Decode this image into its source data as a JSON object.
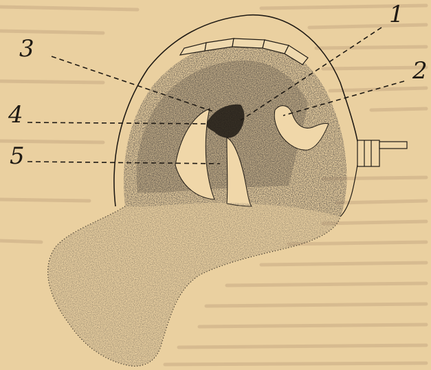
{
  "figure": {
    "labels": [
      {
        "id": "1",
        "text": "1"
      },
      {
        "id": "2",
        "text": "2"
      },
      {
        "id": "3",
        "text": "3"
      },
      {
        "id": "4",
        "text": "4"
      },
      {
        "id": "5",
        "text": "5"
      }
    ]
  },
  "colors": {
    "paper": "#ead0a0",
    "ink": "#1f1a14",
    "bleed_text": "#c7a981"
  }
}
